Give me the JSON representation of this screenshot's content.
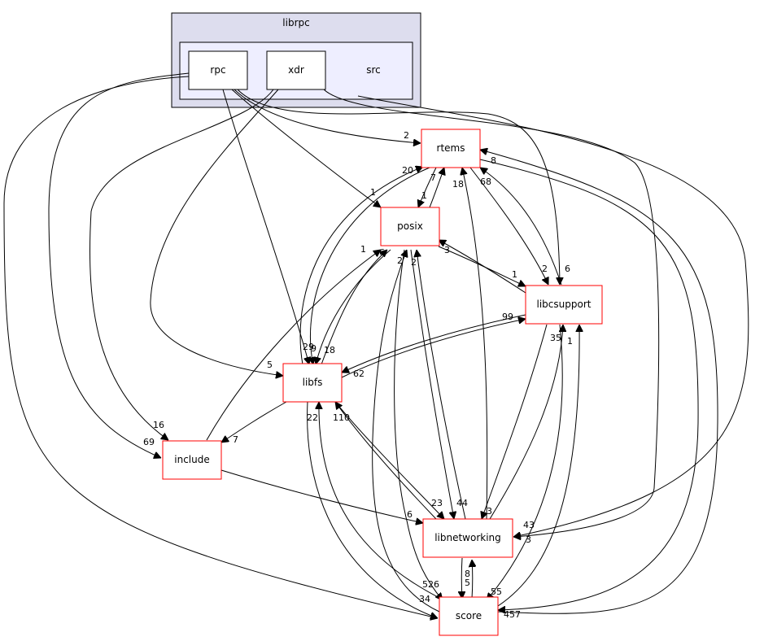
{
  "clusters": {
    "outer": {
      "label": "librpc",
      "fill": "#ddddee",
      "stroke": "#000000"
    },
    "inner": {
      "label": "src",
      "fill": "#eeeeff",
      "stroke": "#000000"
    }
  },
  "nodes": {
    "rpc": "rpc",
    "xdr": "xdr",
    "rtems": "rtems",
    "posix": "posix",
    "libcsupport": "libcsupport",
    "libfs": "libfs",
    "include": "include",
    "libnetworking": "libnetworking",
    "score": "score"
  },
  "edges": {
    "rpc_rtems": "2",
    "rpc_posix": "1",
    "rpc_libfs": "29",
    "rpc_include": "69",
    "xdr_libfs": "5",
    "xdr_include": "16",
    "score_libfs": "34",
    "libfs_rtems_top": "20",
    "posix_rtems": "7",
    "rtems_posix": "1",
    "libnetworking_rtems": "18",
    "libcsupport_rtems": "68",
    "score_rtems": "8",
    "libcsupport_posix": "3",
    "posix_libcsupport": "1",
    "rtems_libcsupport": "2",
    "src_libcsupport": "6",
    "include_posix": "1",
    "libfs_posix": "6",
    "score_posix": "2",
    "libnetworking_posix": "2",
    "rtems_libfs": "9",
    "posix_libfs": "18",
    "libcsupport_libfs": "62",
    "libfs_libcsupport": "99",
    "libfs_include": "7",
    "libnetworking_libfs": "110",
    "score_libfs_low": "22",
    "libfs_libnetworking": "23",
    "posix_libnetworking": "44",
    "libcsupport_libnetworking": "3",
    "include_libnetworking": "6",
    "src_libnetworking": "43",
    "score_libnetworking": "8",
    "libnetworking_score": "5",
    "posix_score": "526",
    "libcsupport_score": "55",
    "rtems_score": "457",
    "libcsupport_in_libnet": "35",
    "score_libcsupport": "1",
    "libnet_libcsupport_3": "3"
  }
}
